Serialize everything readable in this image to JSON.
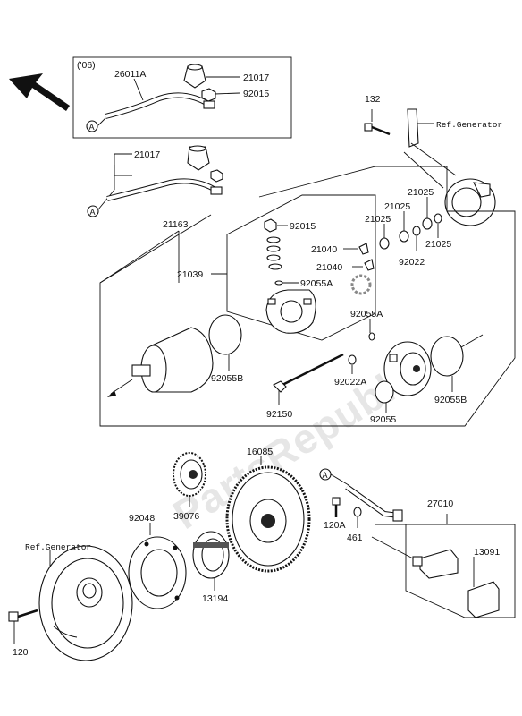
{
  "year_note": "('06)",
  "ref_generator_top": "Ref.Generator",
  "ref_generator_bottom": "Ref.Generator",
  "watermark": "PartsRepublik",
  "parts": {
    "p26011A": "26011A",
    "p21017_top": "21017",
    "p92015_top": "92015",
    "p132": "132",
    "p21017_mid": "21017",
    "p21163": "21163",
    "p92015_mid": "92015",
    "p21039": "21039",
    "p21025_a": "21025",
    "p21025_b": "21025",
    "p21025_c": "21025",
    "p21025_d": "21025",
    "p21040_a": "21040",
    "p21040_b": "21040",
    "p92022": "92022",
    "p92055A_a": "92055A",
    "p92055A_b": "92055A",
    "p92055B_a": "92055B",
    "p92055B_b": "92055B",
    "p92022A": "92022A",
    "p92150": "92150",
    "p92055": "92055",
    "p16085": "16085",
    "p39076": "39076",
    "p92048": "92048",
    "p13194": "13194",
    "p27010": "27010",
    "p120A": "120A",
    "p461": "461",
    "p13091": "13091",
    "p120": "120"
  },
  "callouts": {
    "a1": "A",
    "a2": "A",
    "a3": "A"
  }
}
